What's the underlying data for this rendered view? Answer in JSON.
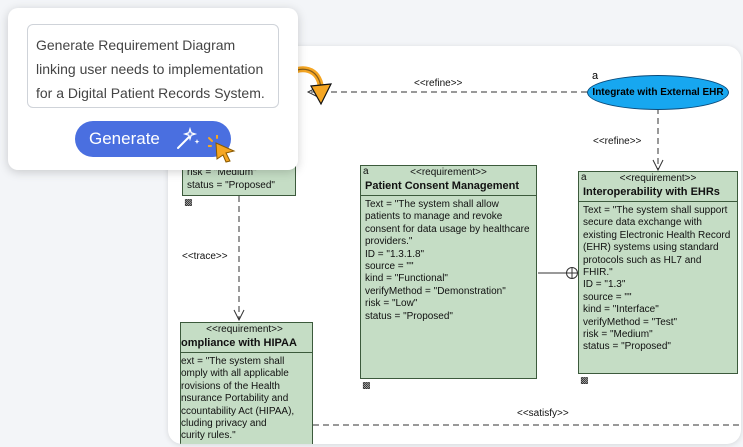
{
  "prompt": {
    "text": "Generate Requirement Diagram linking user needs to implementation for a Digital Patient Records System.",
    "button_label": "Generate",
    "accent": "#4a6fe0"
  },
  "diagram": {
    "box_fill": "#c5ddc5",
    "ellipse_fill": "#17a7f0",
    "ellipse_tag": "a",
    "ellipse_label": "Integrate with External EHR",
    "links": {
      "refine_top": "<<refine>>",
      "refine_side": "<<refine>>",
      "trace": "<<trace>>",
      "satisfy": "<<satisfy>>"
    },
    "partial_top": {
      "lines": [
        "risk = \"Medium\"",
        "status = \"Proposed\""
      ]
    },
    "consent": {
      "tag": "a",
      "stereotype": "<<requirement>>",
      "name": "Patient Consent Management",
      "lines": [
        "Text = \"The system shall allow patients to manage and revoke consent for data usage by healthcare providers.\"",
        "ID = \"1.3.1.8\"",
        "source = \"\"",
        "kind = \"Functional\"",
        "verifyMethod = \"Demonstration\"",
        "risk = \"Low\"",
        "status = \"Proposed\""
      ]
    },
    "interop": {
      "tag": "a",
      "stereotype": "<<requirement>>",
      "name": "Interoperability with EHRs",
      "lines": [
        "Text = \"The system shall support secure data exchange with existing Electronic Health Record (EHR) systems using standard protocols such as HL7 and FHIR.\"",
        "ID = \"1.3\"",
        "source = \"\"",
        "kind = \"Interface\"",
        "verifyMethod = \"Test\"",
        "risk = \"Medium\"",
        "status = \"Proposed\""
      ]
    },
    "hipaa": {
      "stereotype": "<<requirement>>",
      "name": "ompliance with HIPAA",
      "lines": [
        "ext = \"The system shall",
        "omply with all applicable",
        "rovisions of the Health",
        "nsurance Portability and",
        "ccountability Act (HIPAA),",
        "cluding privacy and",
        "curity rules.\""
      ]
    }
  }
}
